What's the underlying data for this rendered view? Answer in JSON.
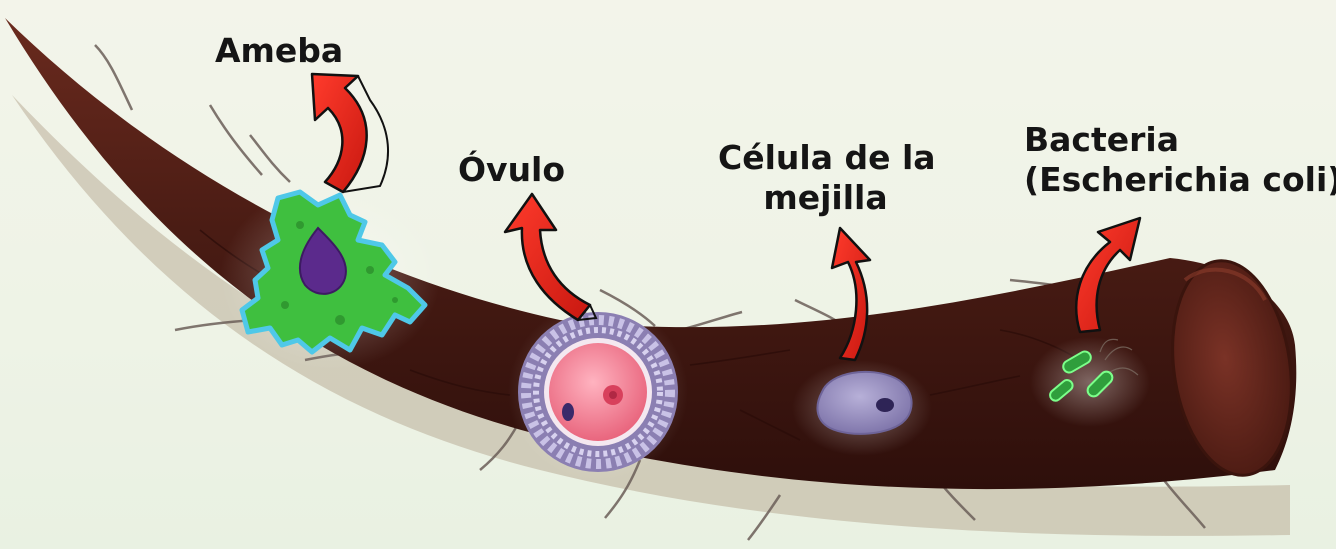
{
  "labels": {
    "ameba": "Ameba",
    "ovulo": "Óvulo",
    "celula_line1": "Célula de la",
    "celula_line2": "mejilla",
    "bacteria_line1": "Bacteria",
    "bacteria_line2": "(Escherichia coli)"
  },
  "colors": {
    "hair": "#4a1c14",
    "hair_dark": "#2f0f0a",
    "arrow": "#e02b1f",
    "ameba": "#3fbf3f",
    "ameba_nucleus": "#5b2a8c",
    "ovulo": "#f07a8e",
    "cheek_cell": "#8f86b8",
    "bacteria": "#2f9e3c",
    "text": "#151515"
  },
  "icons": [
    "hair-strand-icon",
    "ameba-icon",
    "ovulo-icon",
    "cheek-cell-icon",
    "bacteria-icon",
    "red-arrow-icon"
  ]
}
